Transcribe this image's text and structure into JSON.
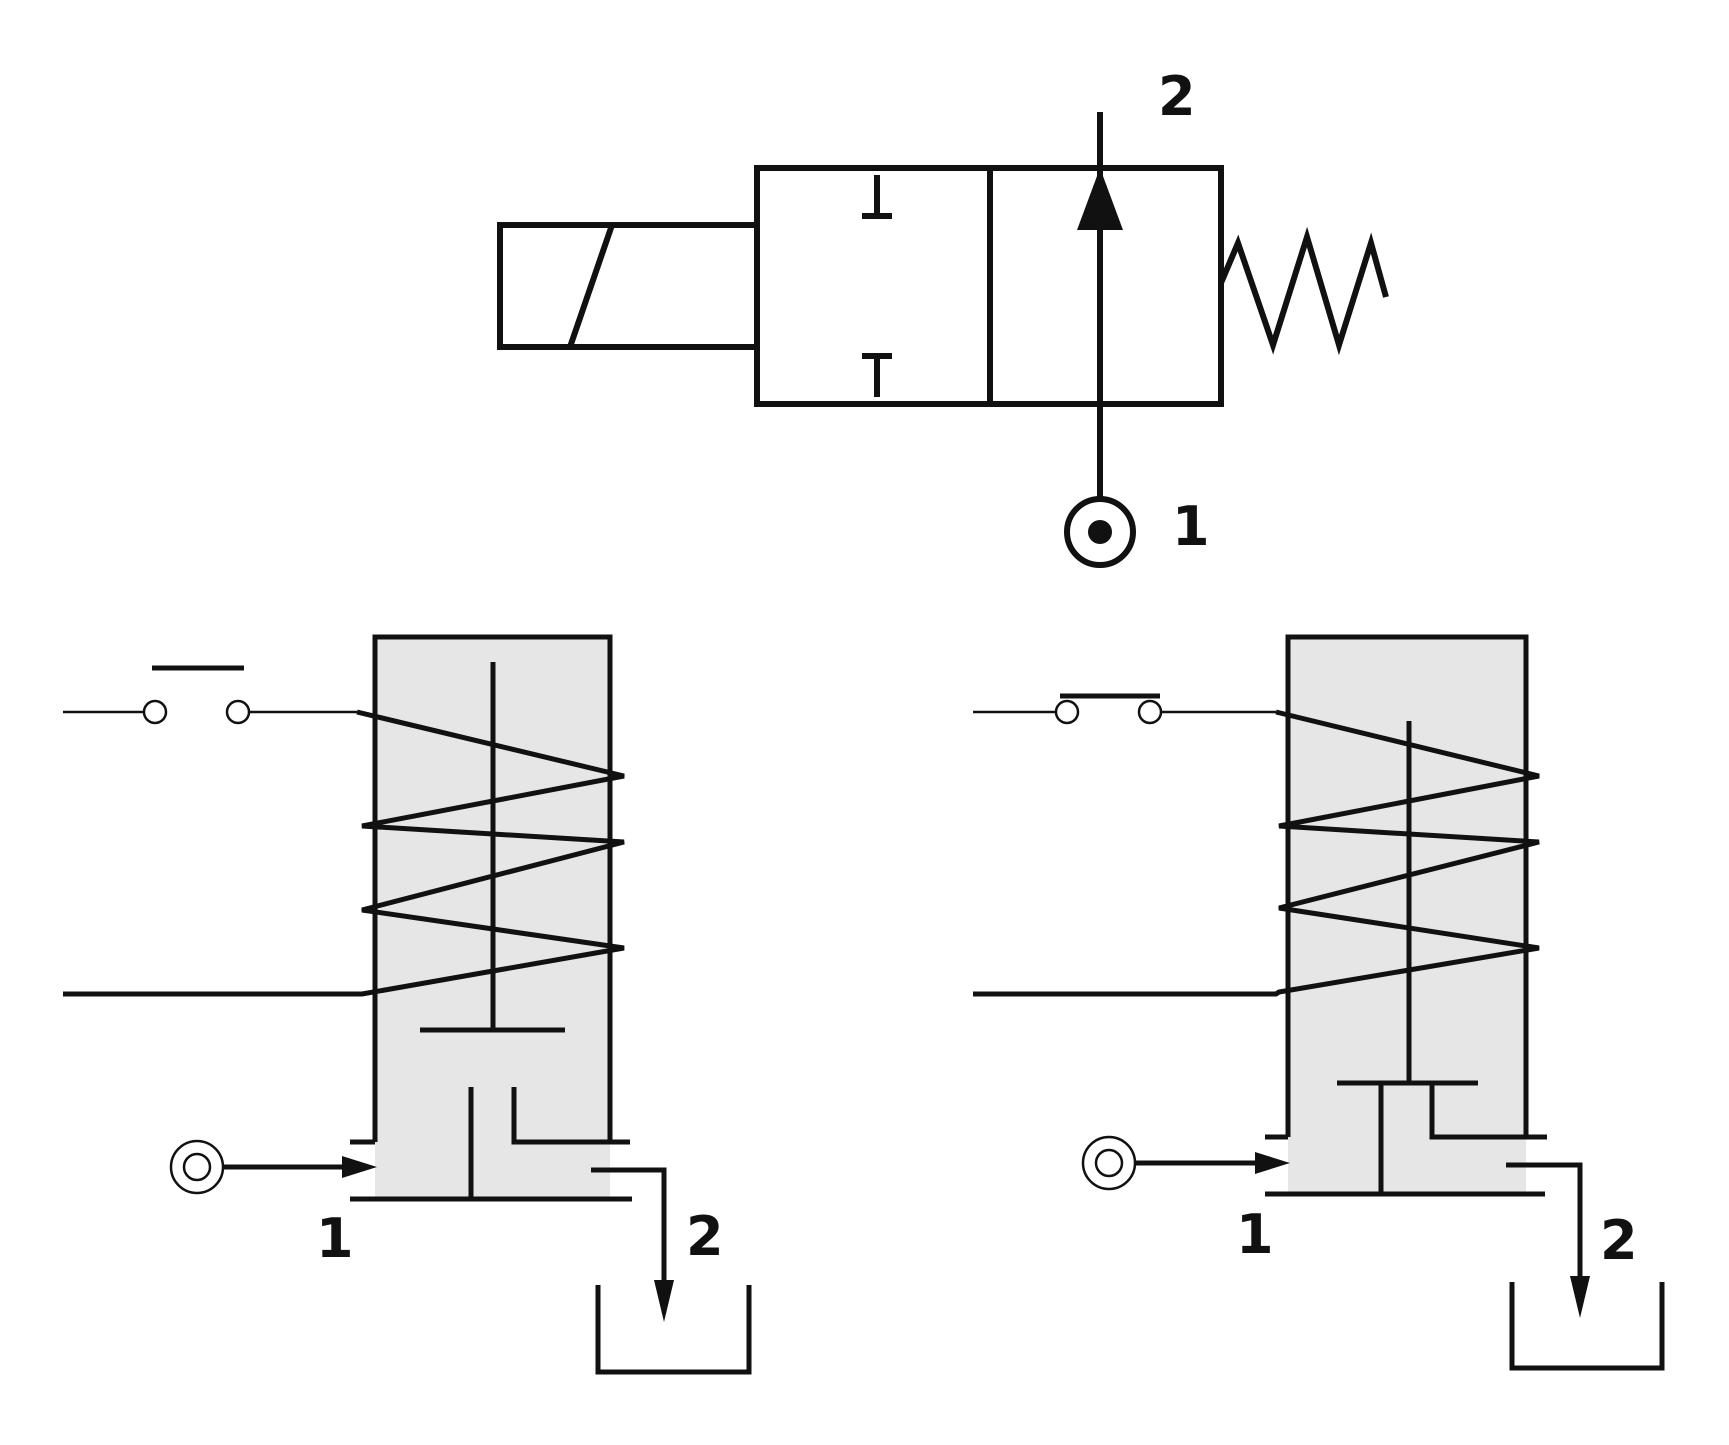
{
  "colors": {
    "stroke": "#111111",
    "body_fill": "#e6e6e6",
    "background": "#ffffff"
  },
  "symbol": {
    "port_in_label": "1",
    "port_out_label": "2"
  },
  "valve_closed": {
    "port_in_label": "1",
    "port_out_label": "2"
  },
  "valve_open": {
    "port_in_label": "1",
    "port_out_label": "2"
  }
}
